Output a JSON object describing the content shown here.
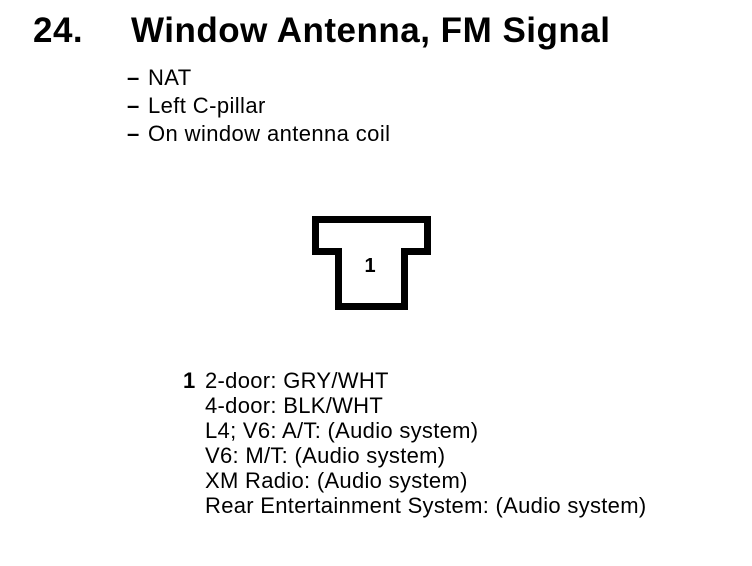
{
  "page": {
    "section_number": "24.",
    "title": "Window Antenna, FM Signal",
    "bullets": [
      {
        "dash": "–",
        "text": "NAT"
      },
      {
        "dash": "–",
        "text": "Left C-pillar"
      },
      {
        "dash": "–",
        "text": "On window antenna coil"
      }
    ],
    "connector": {
      "pin_label": "1"
    },
    "legend": {
      "pin_number": "1",
      "lines": [
        "2-door: GRY/WHT",
        "4-door: BLK/WHT",
        "L4; V6: A/T: (Audio system)",
        "V6: M/T: (Audio system)",
        "XM Radio: (Audio system)",
        "Rear Entertainment System: (Audio system)"
      ]
    },
    "colors": {
      "ink": "#000000",
      "paper": "#ffffff"
    }
  }
}
